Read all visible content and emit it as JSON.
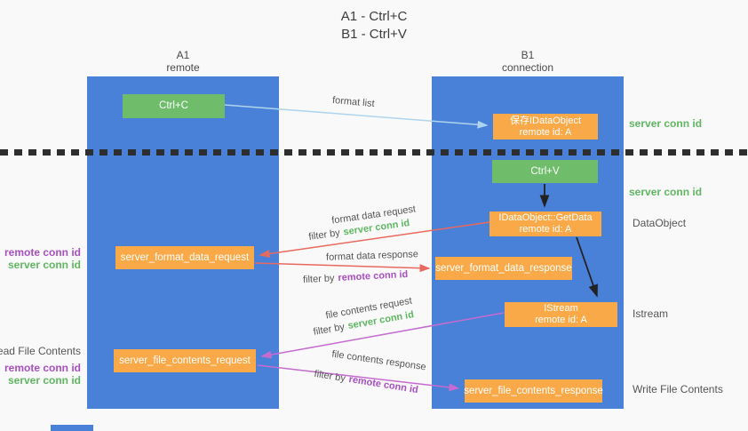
{
  "title": {
    "line1": "A1 - Ctrl+C",
    "line2": "B1 - Ctrl+V"
  },
  "columns": {
    "a": {
      "id": "A1",
      "name": "remote"
    },
    "b": {
      "id": "B1",
      "name": "connection"
    }
  },
  "nodes": {
    "ctrl_c": {
      "label": "Ctrl+C"
    },
    "save_idataobject": {
      "line1": "保存IDataObject",
      "line2": "remote id: A"
    },
    "ctrl_v": {
      "label": "Ctrl+V"
    },
    "getdata": {
      "line1": "IDataObject::GetData",
      "line2": "remote id: A"
    },
    "format_request": {
      "label": "server_format_data_request"
    },
    "format_response": {
      "label": "server_format_data_response"
    },
    "istream": {
      "line1": "IStream",
      "line2": "remote id: A"
    },
    "file_request": {
      "label": "server_file_contents_request"
    },
    "file_response": {
      "label": "server_file_contents_response"
    }
  },
  "arrows": {
    "format_list": {
      "label": "format list"
    },
    "format_data_request": {
      "label": "format data request",
      "filter_prefix": "filter by",
      "filter_key": "server conn id"
    },
    "format_data_response": {
      "label": "format data response",
      "filter_prefix": "filter by",
      "filter_key": "remote conn id"
    },
    "file_contents_request": {
      "label": "file contents request",
      "filter_prefix": "filter by",
      "filter_key": "server conn id"
    },
    "file_contents_response": {
      "label": "file contents response",
      "filter_prefix": "filter by",
      "filter_key": "remote conn id"
    }
  },
  "side_labels": {
    "right_top_server_conn_id": "server conn id",
    "right_mid_server_conn_id": "server conn id",
    "right_dataobject": "DataObject",
    "right_istream": "Istream",
    "right_write_file_contents": "Write File Contents",
    "left_format": {
      "remote_conn_id": "remote conn id",
      "server_conn_id": "server conn id"
    },
    "left_file": {
      "read_file_contents": "Read File Contents",
      "remote_conn_id": "remote conn id",
      "server_conn_id": "server conn id"
    }
  },
  "colors": {
    "column_blue": "#4a81d8",
    "node_green": "#6fbc6b",
    "node_orange": "#f9a948",
    "text_green": "#5fb760",
    "text_magenta": "#a94fc2",
    "arrow_red": "#e86a5e",
    "arrow_magenta": "#c66bd0",
    "arrow_blue": "#aed4ee",
    "arrow_black": "#222222"
  }
}
